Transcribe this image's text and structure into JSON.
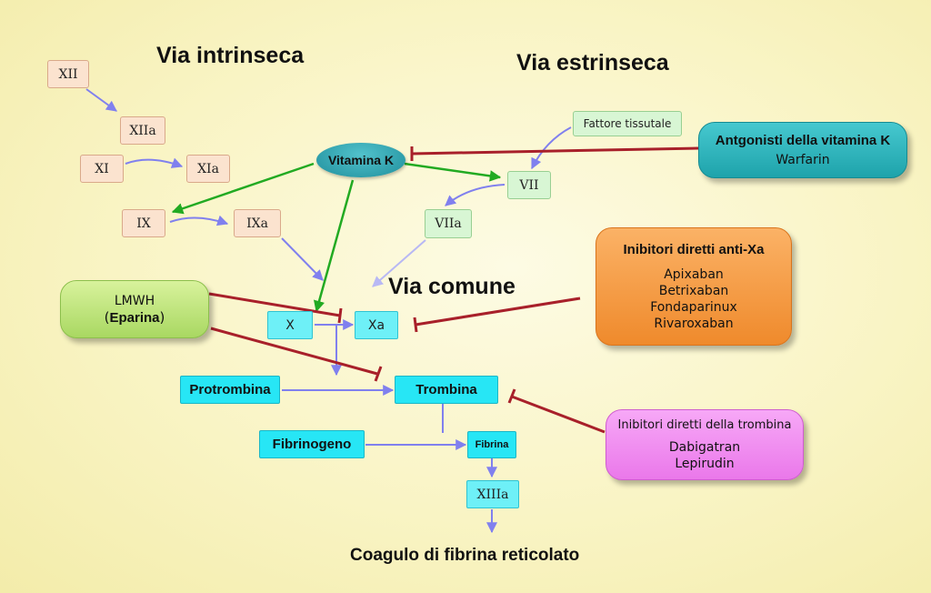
{
  "titles": {
    "intrinsic": "Via intrinseca",
    "extrinsic": "Via estrinseca",
    "common": "Via comune",
    "result": "Coagulo di fibrina reticolato"
  },
  "factors": {
    "xii": "XII",
    "xiia": "XIIa",
    "xi": "XI",
    "xia": "XIa",
    "ix": "IX",
    "ixa": "IXa",
    "vii": "VII",
    "viia": "VIIa",
    "tissue_factor": "Fattore tissutale",
    "vitamin_k": "Vitamina K",
    "x": "X",
    "xa": "Xa",
    "prothrombin": "Protrombina",
    "thrombin": "Trombina",
    "fibrinogen": "Fibrinogeno",
    "fibrin": "Fibrina",
    "xiiia": "XIIIa"
  },
  "drugs": {
    "lmwh": {
      "line1": "LMWH",
      "line2_open": "(",
      "line2_bold": "Eparina",
      "line2_close": ")"
    },
    "vka": {
      "heading": "Antgonisti della vitamina K",
      "items": [
        "Warfarin"
      ]
    },
    "anti_xa": {
      "heading": "Inibitori diretti anti-Xa",
      "items": [
        "Apixaban",
        "Betrixaban",
        "Fondaparinux",
        "Rivaroxaban"
      ]
    },
    "thrombin_inhibitors": {
      "heading": "Inibitori diretti della trombina",
      "items": [
        "Dabigatran",
        "Lepirudin"
      ]
    }
  },
  "colors": {
    "activation_arrow": "#8080ee",
    "vitamin_k_arrow": "#22aa22",
    "inhibition_line": "#a8202a",
    "vka_box": "#28b4bc",
    "anti_xa_box": "#f59a44",
    "lmwh_box": "#b9e27a",
    "thrombin_inhibitor_box": "#f08cf0"
  }
}
